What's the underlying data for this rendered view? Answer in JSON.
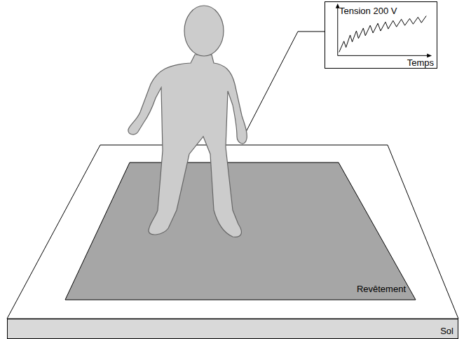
{
  "diagram": {
    "nodes": [
      {
        "text": [
          "Tension 200 V",
          "Temps"
        ]
      },
      {
        "text": [
          "Revêtement"
        ]
      },
      {
        "text": [
          "Sol"
        ]
      }
    ]
  }
}
